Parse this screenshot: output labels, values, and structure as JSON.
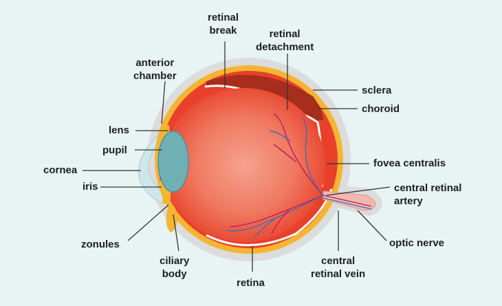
{
  "labels": {
    "retinal_break": "retinal\nbreak",
    "retinal_detachment": "retinal\ndetachment",
    "anterior_chamber": "anterior\nchamber",
    "sclera": "sclera",
    "choroid": "choroid",
    "lens": "lens",
    "pupil": "pupil",
    "cornea": "cornea",
    "iris": "iris",
    "fovea_centralis": "fovea centralis",
    "central_retinal_artery": "central retinal\nartery",
    "zonules": "zonules",
    "optic_nerve": "optic nerve",
    "ciliary_body": "ciliary\nbody",
    "central_retinal_vein": "central\nretinal vein",
    "retina": "retina"
  },
  "colors": {
    "background": "#e8f3f3",
    "sclera": "#dcdcdc",
    "choroid": "#f5b531",
    "retina": "#e8402a",
    "vitreous_center": "#f5a28e",
    "detachment": "#a72e1c",
    "lens": "#6fb0b4",
    "cornea": "#cfe6ea",
    "vessel_artery": "#c2185b",
    "vessel_vein": "#3b6fb5",
    "leader_line": "#333333"
  }
}
